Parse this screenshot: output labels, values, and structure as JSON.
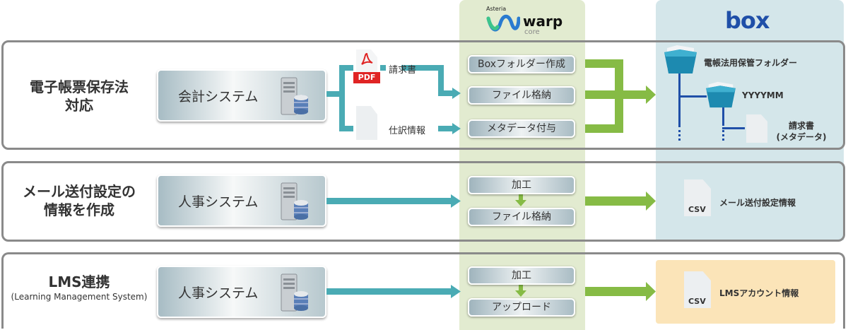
{
  "warp_logo": {
    "vendor": "Asteria",
    "product": "warp",
    "edition": "core"
  },
  "box_logo": {
    "text": "box"
  },
  "colors": {
    "teal_arrow": "#4aabb4",
    "green_arrow": "#86bb45",
    "warp_column": "#e2ebd0",
    "box_column": "#d4e6ea",
    "lms_output": "#fbe4b8",
    "tree_line": "#1f4fa8",
    "pdf_red": "#e02424"
  },
  "rows": [
    {
      "title_lines": [
        "電子帳票保存法",
        "対応"
      ],
      "system": "会計システム",
      "inputs": [
        {
          "icon": "pdf-icon",
          "label": "請求書",
          "badge": "PDF"
        },
        {
          "icon": "document-icon",
          "label": "仕訳情報"
        }
      ],
      "steps": [
        "Boxフォルダー作成",
        "ファイル格納",
        "メタデータ付与"
      ],
      "output_tree": {
        "root_folder": "電帳法用保管フォルダー",
        "sub_folder": "YYYYMM",
        "file_line1": "請求書",
        "file_line2": "(メタデータ)"
      }
    },
    {
      "title_lines": [
        "メール送付設定の",
        "情報を作成"
      ],
      "system": "人事システム",
      "steps": [
        "加工",
        "ファイル格納"
      ],
      "output": {
        "file_type": "CSV",
        "label": "メール送付設定情報"
      }
    },
    {
      "title_lines": [
        "LMS連携"
      ],
      "subtitle": "(Learning Management System)",
      "system": "人事システム",
      "steps": [
        "加工",
        "アップロード"
      ],
      "output": {
        "file_type": "CSV",
        "label": "LMSアカウント情報"
      }
    }
  ]
}
